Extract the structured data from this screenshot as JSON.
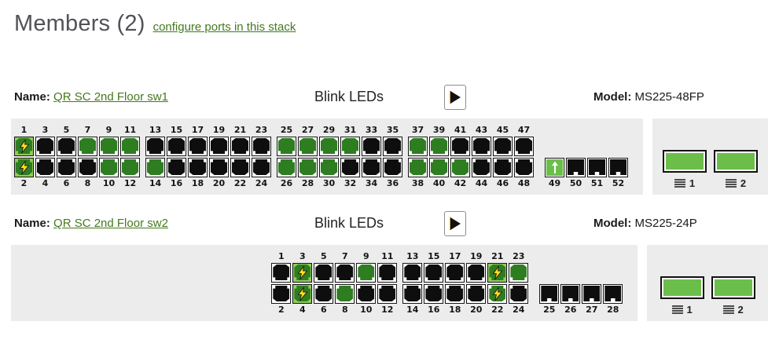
{
  "page": {
    "heading": "Members (2)",
    "configure_link": "configure ports in this stack"
  },
  "colors": {
    "panel_bg": "#ececec",
    "port_on_green": "#2e7d21",
    "poe_cell_green": "#92cb5b",
    "stack_green": "#6cbe4a",
    "bolt_yellow": "#ffdf1b",
    "link_green": "#44791d",
    "heading_gray": "#515257"
  },
  "legend": {
    "states": [
      "off",
      "on",
      "poe",
      "bolt",
      "uplink"
    ],
    "icons": [
      "poe-bolt-icon",
      "uplink-arrow-icon",
      "rj45-jack-icon",
      "sfp-jack-icon",
      "stack-icon",
      "play-icon"
    ]
  },
  "switches": [
    {
      "name_label": "Name:",
      "name": "QR SC 2nd Floor sw1",
      "blink_label": "Blink LEDs",
      "model_label": "Model:",
      "model": "MS225-48FP",
      "groups": [
        [
          [
            1,
            "poe",
            2,
            "poe"
          ],
          [
            3,
            "off",
            4,
            "off"
          ],
          [
            5,
            "off",
            6,
            "off"
          ],
          [
            7,
            "on",
            8,
            "off"
          ],
          [
            9,
            "on",
            10,
            "on"
          ],
          [
            11,
            "on",
            12,
            "on"
          ]
        ],
        [
          [
            13,
            "off",
            14,
            "on"
          ],
          [
            15,
            "off",
            16,
            "off"
          ],
          [
            17,
            "off",
            18,
            "off"
          ],
          [
            19,
            "off",
            20,
            "off"
          ],
          [
            21,
            "off",
            22,
            "off"
          ],
          [
            23,
            "off",
            24,
            "off"
          ]
        ],
        [
          [
            25,
            "on",
            26,
            "on"
          ],
          [
            27,
            "on",
            28,
            "on"
          ],
          [
            29,
            "on",
            30,
            "on"
          ],
          [
            31,
            "on",
            32,
            "off"
          ],
          [
            33,
            "off",
            34,
            "off"
          ],
          [
            35,
            "off",
            36,
            "off"
          ]
        ],
        [
          [
            37,
            "on",
            38,
            "on"
          ],
          [
            39,
            "on",
            40,
            "on"
          ],
          [
            41,
            "off",
            42,
            "on"
          ],
          [
            43,
            "off",
            44,
            "off"
          ],
          [
            45,
            "off",
            46,
            "off"
          ],
          [
            47,
            "off",
            48,
            "off"
          ]
        ]
      ],
      "sfp": [
        [
          49,
          "uplink"
        ],
        [
          50,
          "off"
        ],
        [
          51,
          "off"
        ],
        [
          52,
          "off"
        ]
      ],
      "stack_ports": [
        {
          "label": "1"
        },
        {
          "label": "2"
        }
      ]
    },
    {
      "name_label": "Name:",
      "name": "QR SC 2nd Floor sw2",
      "blink_label": "Blink LEDs",
      "model_label": "Model:",
      "model": "MS225-24P",
      "groups": [
        [
          [
            1,
            "off",
            2,
            "off"
          ],
          [
            3,
            "poe",
            4,
            "poe"
          ],
          [
            5,
            "off",
            6,
            "off"
          ],
          [
            7,
            "off",
            8,
            "on"
          ],
          [
            9,
            "on",
            10,
            "off"
          ],
          [
            11,
            "off",
            12,
            "off"
          ]
        ],
        [
          [
            13,
            "off",
            14,
            "off"
          ],
          [
            15,
            "off",
            16,
            "off"
          ],
          [
            17,
            "off",
            18,
            "off"
          ],
          [
            19,
            "off",
            20,
            "off"
          ],
          [
            21,
            "poe",
            22,
            "bolt"
          ],
          [
            23,
            "on",
            24,
            "off"
          ]
        ]
      ],
      "sfp": [
        [
          25,
          "off"
        ],
        [
          26,
          "off"
        ],
        [
          27,
          "off"
        ],
        [
          28,
          "off"
        ]
      ],
      "stack_ports": [
        {
          "label": "1"
        },
        {
          "label": "2"
        }
      ]
    }
  ]
}
